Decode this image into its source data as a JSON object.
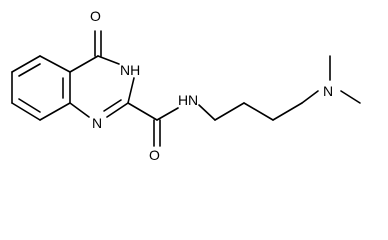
{
  "molecule": {
    "atoms": {
      "o_top": "O",
      "nh_ring": "NH",
      "n_ring": "N",
      "o_amide": "O",
      "nh_amide": "H",
      "nh_amide_n": "N",
      "n_dimethyl": "N"
    }
  }
}
